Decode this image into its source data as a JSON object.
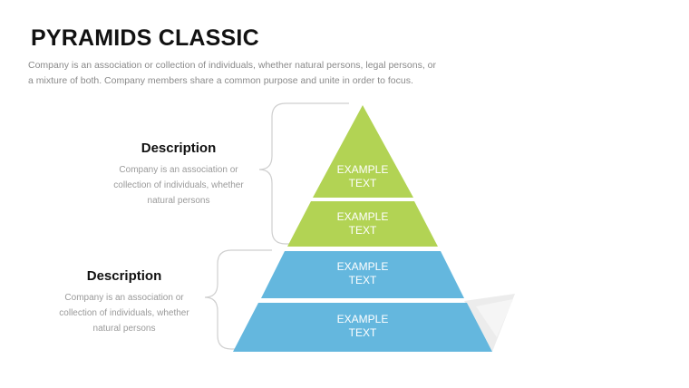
{
  "slide": {
    "title": "PYRAMIDS CLASSIC",
    "subtitle": "Company is an association or collection of individuals, whether natural persons, legal persons, or a mixture of both. Company members share a common purpose and unite in order to focus."
  },
  "descriptions": [
    {
      "heading": "Description",
      "text": "Company is an association or collection of individuals, whether natural persons"
    },
    {
      "heading": "Description",
      "text": "Company is an association or collection of individuals, whether natural persons"
    }
  ],
  "pyramid": {
    "tiers": [
      {
        "label": "EXAMPLE TEXT",
        "color": "#b2d354"
      },
      {
        "label": "EXAMPLE TEXT",
        "color": "#b2d354"
      },
      {
        "label": "EXAMPLE TEXT",
        "color": "#64b7de"
      },
      {
        "label": "EXAMPLE TEXT",
        "color": "#64b7de"
      }
    ]
  }
}
